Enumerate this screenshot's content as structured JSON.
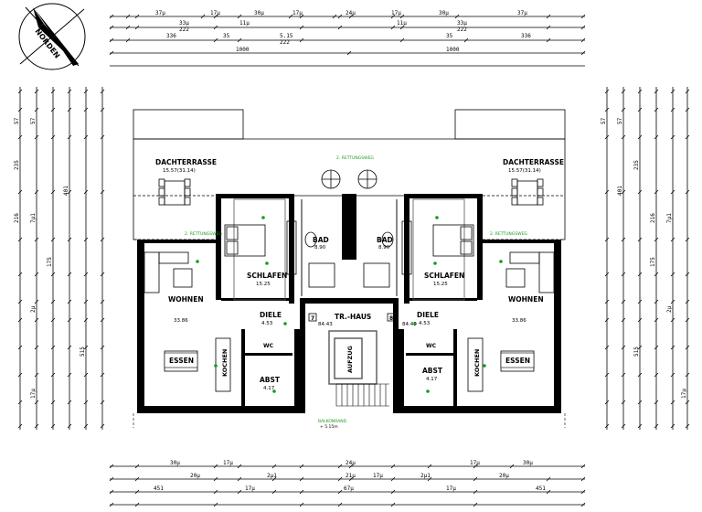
{
  "compass": {
    "label": "NORDEN"
  },
  "rooms": {
    "dachterrasse_left": {
      "name": "DACHTERRASSE",
      "area": "15.57(31.14)"
    },
    "dachterrasse_right": {
      "name": "DACHTERRASSE",
      "area": "15.57(31.14)"
    },
    "bad_left": {
      "name": "BAD",
      "area": "8.90"
    },
    "bad_right": {
      "name": "BAD",
      "area": "8.90"
    },
    "schlafen_left": {
      "name": "SCHLAFEN",
      "area": "15.25"
    },
    "schlafen_right": {
      "name": "SCHLAFEN",
      "area": "15.25"
    },
    "wohnen_left": {
      "name": "WOHNEN",
      "area": "33.86"
    },
    "wohnen_right": {
      "name": "WOHNEN",
      "area": "33.86"
    },
    "diele_left": {
      "name": "DIELE",
      "area": "4.53"
    },
    "diele_right": {
      "name": "DIELE",
      "area": "4.53"
    },
    "trhaus": {
      "name": "TR.-HAUS",
      "area_left": "84.43",
      "area_right": "84.43",
      "num_left": "7",
      "num_right": "8"
    },
    "aufzug": {
      "name": "AUFZUG"
    },
    "essen_left": {
      "name": "ESSEN"
    },
    "essen_right": {
      "name": "ESSEN"
    },
    "kochen_left": {
      "name": "KOCHEN"
    },
    "kochen_right": {
      "name": "KOCHEN"
    },
    "abst_left": {
      "name": "ABST",
      "area": "4.17"
    },
    "abst_right": {
      "name": "ABST",
      "area": "4.17"
    },
    "wc_left": {
      "name": "WC"
    },
    "wc_right": {
      "name": "WC"
    }
  },
  "annotations": {
    "rettungsweg_top": "2. RETTUNGSWEG",
    "rettungsweg_left": "2. RETTUNGSWEG",
    "rettungsweg_right": "2. RETTUNGSWEG",
    "balkon_bottom": "BALKONRAND",
    "balkon_bottom_sub": "+ 5.15m"
  },
  "dims_top": {
    "row1": [
      "37µ",
      "17µ",
      "30µ",
      "17µ",
      "24µ",
      "17µ",
      "30µ",
      "37µ"
    ],
    "row2": [
      "33µ",
      "11µ",
      "222",
      "222",
      "11µ",
      "33µ"
    ],
    "row3": [
      "336",
      "35",
      "5.15",
      "222",
      "35",
      "336"
    ],
    "row4": [
      "1000",
      "1000"
    ]
  },
  "dims_left": [
    "57",
    "57",
    "235",
    "216",
    "7µ1",
    "175",
    "401",
    "2µ",
    "515",
    "17µ"
  ],
  "dims_right": [
    "57",
    "57",
    "235",
    "216",
    "7µ1",
    "175",
    "401",
    "2µ",
    "515",
    "17µ"
  ],
  "dims_bottom": {
    "row1": [
      "30µ",
      "17µ",
      "24µ",
      "17µ",
      "30µ"
    ],
    "row2": [
      "20µ",
      "2µ1",
      "21µ",
      "17µ",
      "2µ1",
      "20µ"
    ],
    "row3": [
      "451",
      "17µ",
      "67µ",
      "17µ",
      "451"
    ]
  }
}
